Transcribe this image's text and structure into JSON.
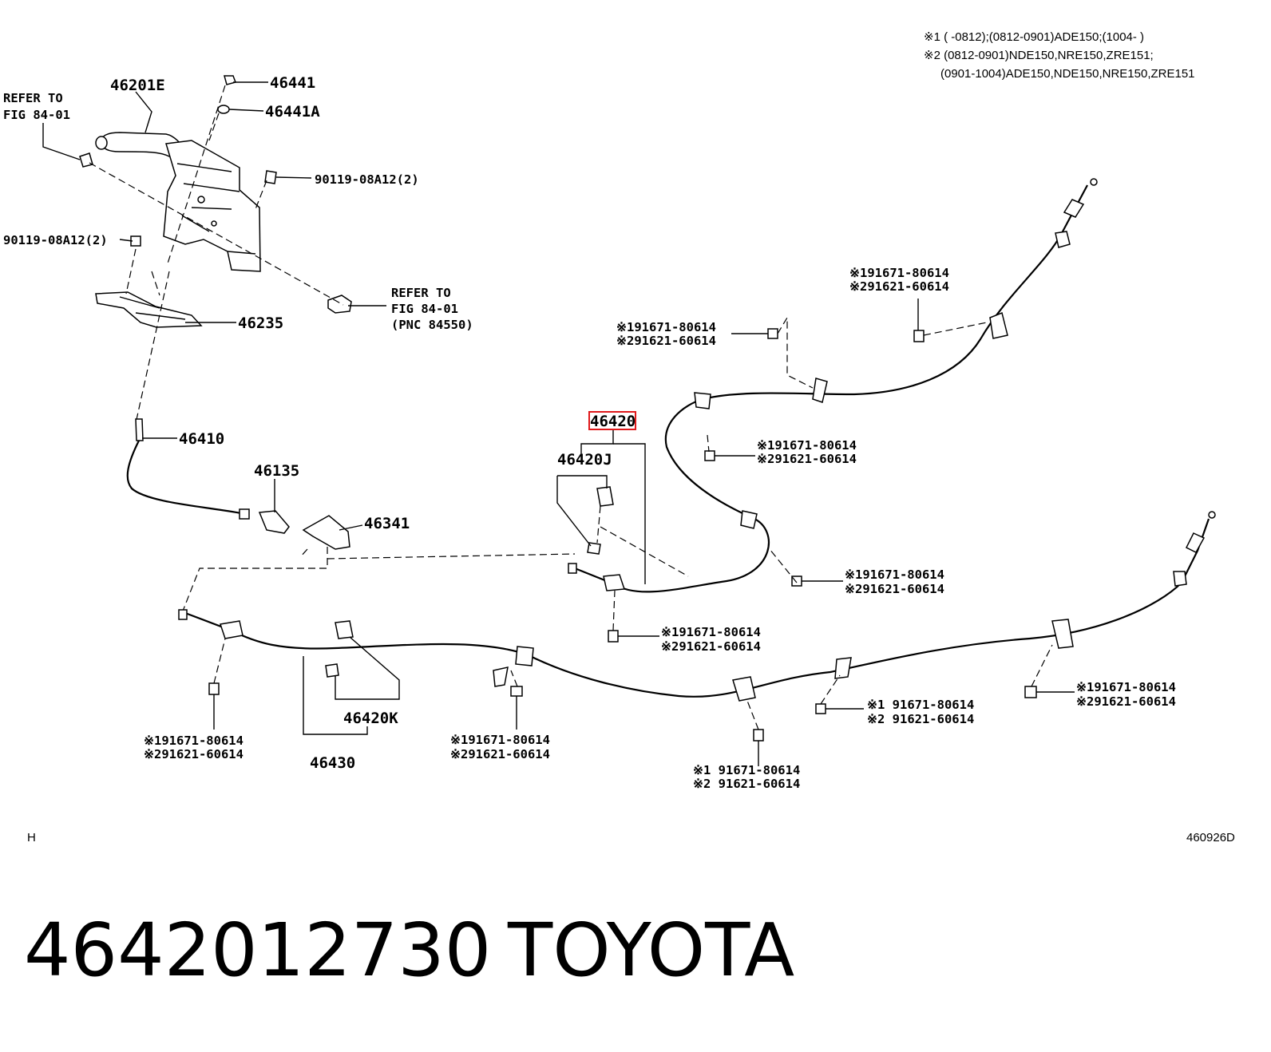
{
  "notes": {
    "line1": "※1 (      -0812);(0812-0901)ADE150;(1004-      )",
    "line2": "※2 (0812-0901)NDE150,NRE150,ZRE151;",
    "line3": "(0901-1004)ADE150,NDE150,NRE150,ZRE151"
  },
  "labels": {
    "p46201E": "46201E",
    "p46441": "46441",
    "p46441A": "46441A",
    "refer1a": "REFER TO",
    "refer1b": "FIG 84-01",
    "bolt_right": "90119-08A12(2)",
    "bolt_left": "90119-08A12(2)",
    "refer2a": "REFER TO",
    "refer2b": "FIG 84-01",
    "refer2c": "(PNC 84550)",
    "p46235": "46235",
    "p46410": "46410",
    "p46135": "46135",
    "p46341": "46341",
    "p46420": "46420",
    "p46420J": "46420J",
    "p46420K": "46420K",
    "p46430": "46430"
  },
  "bolt_pairs": [
    {
      "a": "※191671-80614",
      "b": "※291621-60614"
    },
    {
      "a": "※191671-80614",
      "b": "※291621-60614"
    },
    {
      "a": "※191671-80614",
      "b": "※291621-60614"
    },
    {
      "a": "※191671-80614",
      "b": "※291621-60614"
    },
    {
      "a": "※191671-80614",
      "b": "※291621-60614"
    },
    {
      "a": "※191671-80614",
      "b": "※291621-60614"
    },
    {
      "a": "※191671-80614",
      "b": "※291621-60614"
    },
    {
      "a": "※191671-80614",
      "b": "※291621-60614"
    },
    {
      "a": "※1 91671-80614",
      "b": "※2 91621-60614"
    },
    {
      "a": "※1 91671-80614",
      "b": "※2 91621-60614"
    }
  ],
  "footer": {
    "left_code": "H",
    "right_code": "460926D",
    "part_number": "4642012730",
    "brand": "TOYOTA"
  },
  "colors": {
    "highlight": "#e0191b",
    "ink": "#000000"
  }
}
